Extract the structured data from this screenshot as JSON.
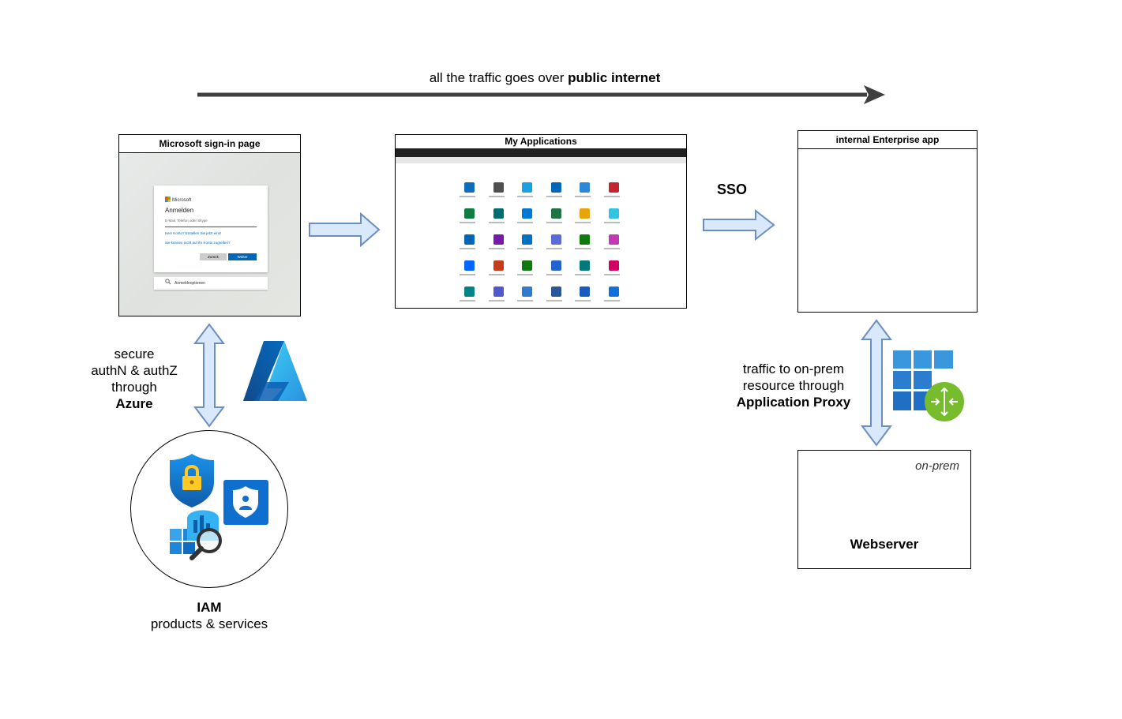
{
  "top": {
    "caption_prefix": "all the traffic goes over",
    "caption_bold": "public internet"
  },
  "signin": {
    "title": "Microsoft sign-in page",
    "brand": "Microsoft",
    "heading": "Anmelden",
    "field_placeholder": "E-Mail, Telefon oder Skype",
    "link_no_account": "Kein Konto? Erstellen Sie jetzt eins!",
    "link_no_access": "Sie können nicht auf Ihr Konto zugreifen?",
    "back_button": "Zurück",
    "next_button": "Weiter",
    "options": "Anmeldeoptionen"
  },
  "myapps": {
    "title": "My Applications"
  },
  "sso": {
    "label": "SSO"
  },
  "enterprise": {
    "title": "internal Enterprise app"
  },
  "azure_auth": {
    "line1": "secure",
    "line2": "authN & authZ",
    "line3": "through",
    "line4": "Azure"
  },
  "proxy": {
    "line1": "traffic to on-prem",
    "line2": "resource through",
    "line3": "Application Proxy"
  },
  "onprem": {
    "label": "on-prem",
    "server": "Webserver"
  },
  "iam": {
    "title": "IAM",
    "subtitle": "products & services"
  },
  "colors": {
    "arrow_dark": "#3f3f3f",
    "arrow_fill": "#dae8fc",
    "arrow_stroke": "#6c8ebf",
    "azure_blue": "#0078d4",
    "proxy_green": "#76bc2d",
    "app_icon": "#505050"
  },
  "icons": {
    "azure": "azure-logo-icon",
    "proxy": "application-proxy-icon",
    "enterprise_app": "toolbox-window-icon",
    "webserver": "web-server-icon",
    "iam_shield": "security-shield-lock-icon",
    "iam_identity": "identity-protection-icon",
    "iam_analytics": "identity-analytics-icon"
  }
}
